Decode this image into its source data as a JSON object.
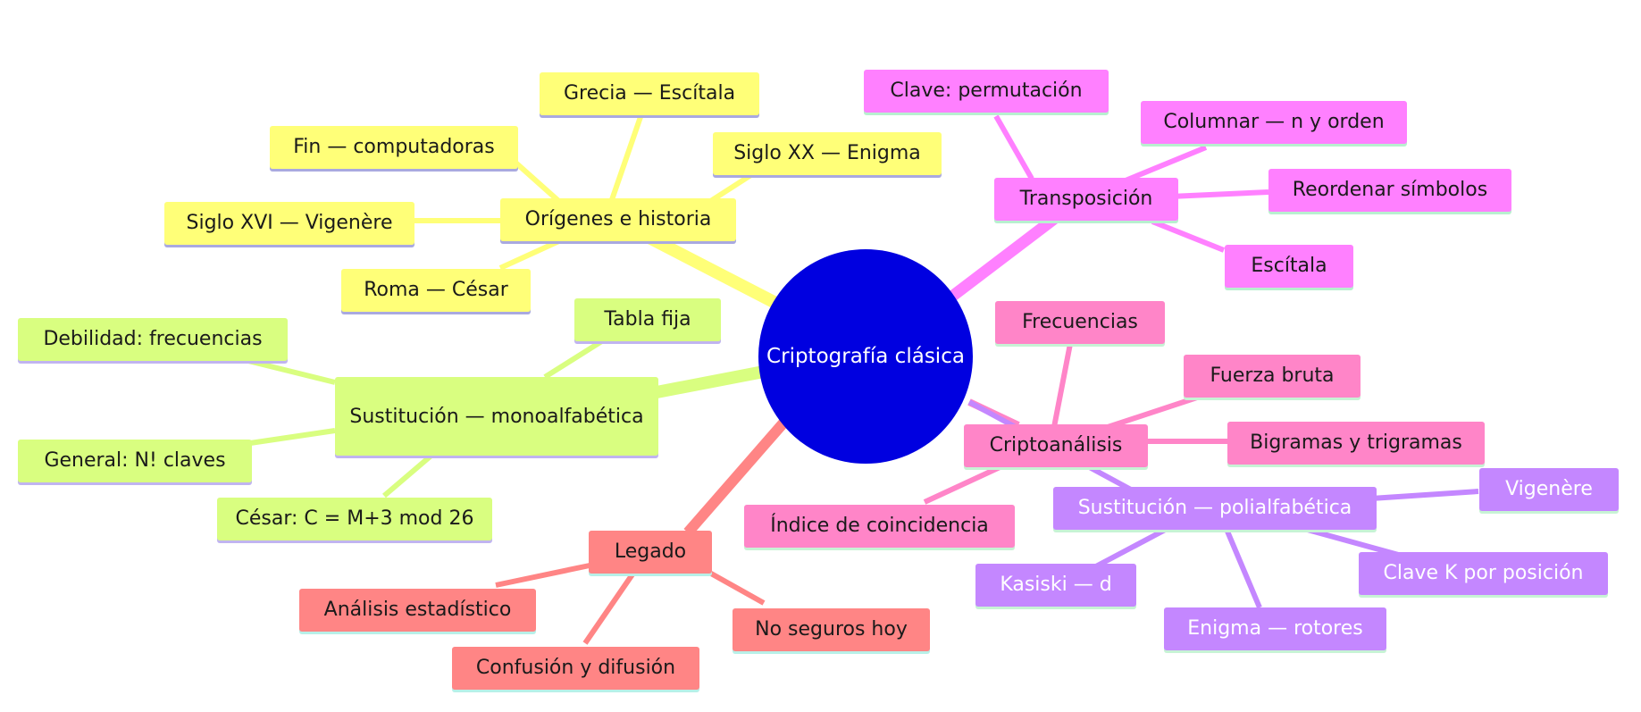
{
  "root": "Criptografía clásica",
  "colors": {
    "root": "#0000e0",
    "origenes": "#ffff78",
    "transposicion": "#ff80ff",
    "monoalfabetica": "#d9fe80",
    "legado": "#ff8585",
    "criptoanalisis": "#ff85c8",
    "polialfabetica": "#c487ff"
  },
  "branches": {
    "origenes": {
      "label": "Orígenes e historia",
      "children": [
        "Grecia — Escítala",
        "Fin — computadoras",
        "Siglo XX — Enigma",
        "Siglo XVI — Vigenère",
        "Roma — César"
      ]
    },
    "transposicion": {
      "label": "Transposición",
      "children": [
        "Clave: permutación",
        "Columnar — n y orden",
        "Reordenar símbolos",
        "Escítala"
      ]
    },
    "monoalfabetica": {
      "label": "Sustitución — monoalfabética",
      "children": [
        "Tabla fija",
        "Debilidad: frecuencias",
        "General: N! claves",
        "César: C = M+3 mod 26"
      ]
    },
    "legado": {
      "label": "Legado",
      "children": [
        "Análisis estadístico",
        "No seguros hoy",
        "Confusión y difusión"
      ]
    },
    "criptoanalisis": {
      "label": "Criptoanálisis",
      "children": [
        "Frecuencias",
        "Fuerza bruta",
        "Bigramas y trigramas",
        "Índice de coincidencia"
      ]
    },
    "polialfabetica": {
      "label": "Sustitución — polialfabética",
      "children": [
        "Vigenère",
        "Clave K por posición",
        "Kasiski — d",
        "Enigma — rotores"
      ]
    }
  }
}
